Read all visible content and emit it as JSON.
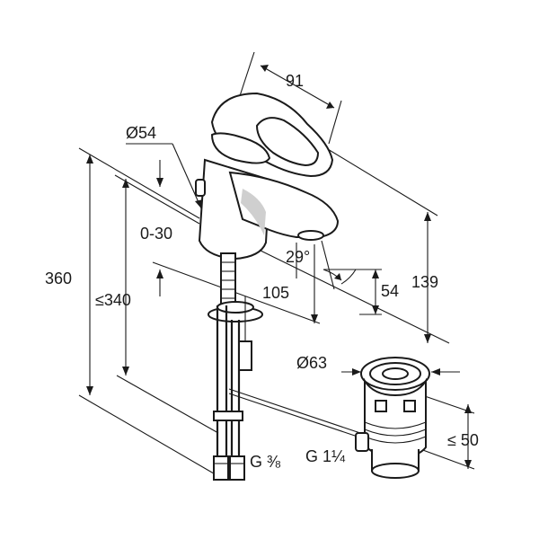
{
  "dimensions": {
    "width_91": "91",
    "diameter_54": "Ø54",
    "swivel_0_30": "0-30",
    "height_360": "360",
    "height_340": "≤340",
    "reach_105": "105",
    "angle_29": "29°",
    "height_54": "54",
    "height_139": "139",
    "diameter_63": "Ø63",
    "drain_height_50": "≤ 50",
    "thread_g38": "G ⅜",
    "thread_g114": "G 1¼"
  },
  "colors": {
    "line": "#1a1a1a",
    "background": "#ffffff",
    "shade": "#cfcfcf"
  }
}
